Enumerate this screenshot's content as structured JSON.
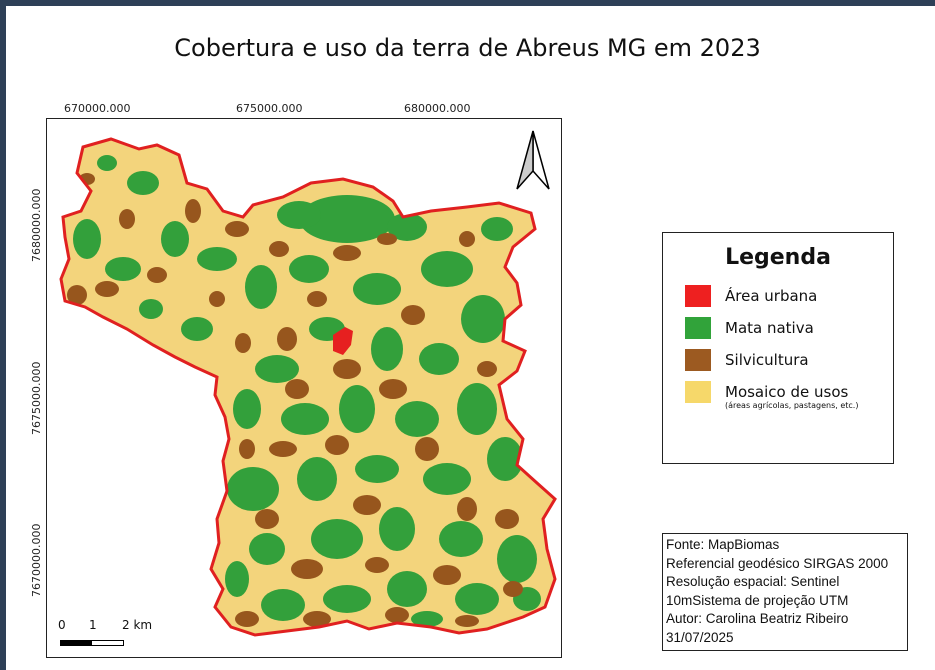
{
  "title": "Cobertura e uso da terra de Abreus MG em 2023",
  "map": {
    "x_ticks": [
      "670000.000",
      "675000.000",
      "680000.000"
    ],
    "y_ticks": [
      "7680000.000",
      "7675000.000",
      "7670000.000"
    ],
    "north_arrow": "north-arrow-icon",
    "boundary_color": "#e02020"
  },
  "scale_bar": {
    "labels": [
      "0",
      "1",
      "2 km"
    ]
  },
  "legend": {
    "title": "Legenda",
    "items": [
      {
        "label": "Área urbana",
        "color": "#ee2020",
        "note": ""
      },
      {
        "label": "Mata nativa",
        "color": "#31a33a",
        "note": ""
      },
      {
        "label": "Silvicultura",
        "color": "#9c5a21",
        "note": ""
      },
      {
        "label": "Mosaico de usos",
        "color": "#f6d86a",
        "note": "(áreas agrícolas, pastagens,  etc.)"
      }
    ]
  },
  "info": {
    "lines": [
      "Fonte: MapBiomas",
      "Referencial geodésico SIRGAS 2000",
      "Resolução espacial: Sentinel",
      "10mSistema de projeção UTM",
      "Autor: Carolina Beatriz Ribeiro",
      "31/07/2025"
    ]
  }
}
